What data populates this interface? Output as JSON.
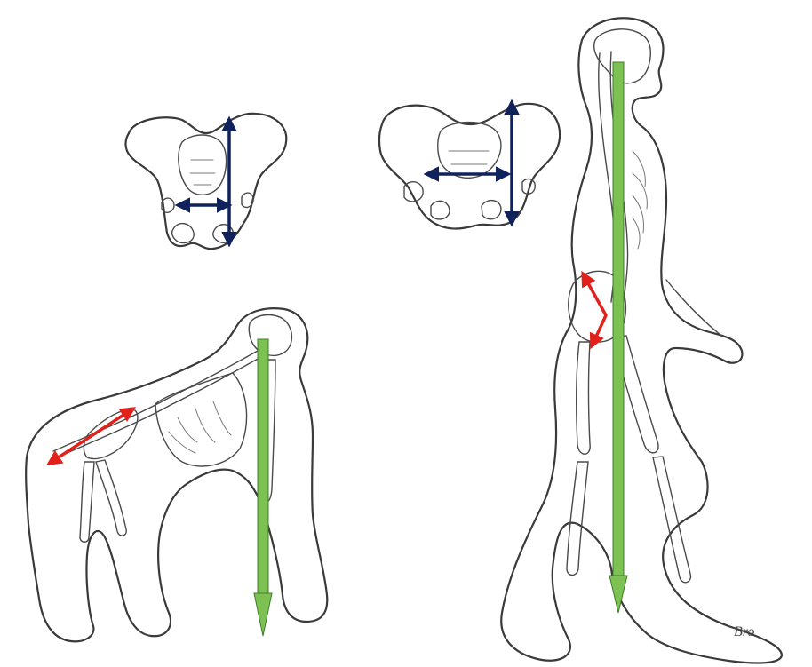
{
  "figure": {
    "signature": "Bro",
    "colors": {
      "gravity_arrow_fill": "#7cc151",
      "gravity_arrow_stroke": "#3e7d2a",
      "pelvis_measure_arrow": "#10225c",
      "muscle_lever_arrow": "#e3211c",
      "outline": "#3a3a3a",
      "background": "#ffffff"
    },
    "panels": [
      {
        "id": "chimp-pelvis",
        "icon": "chimpanzee-pelvis-drawing"
      },
      {
        "id": "human-pelvis",
        "icon": "human-pelvis-drawing"
      },
      {
        "id": "chimp-body",
        "icon": "chimpanzee-skeleton-silhouette"
      },
      {
        "id": "human-body",
        "icon": "human-skeleton-silhouette"
      }
    ]
  }
}
